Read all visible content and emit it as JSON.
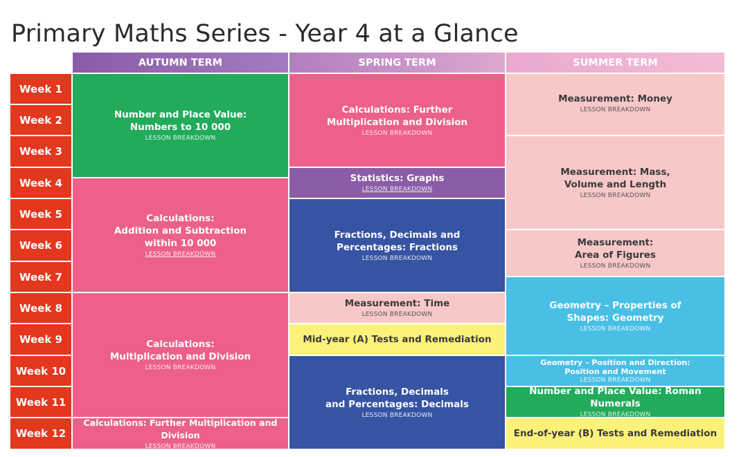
{
  "title": "Primary Maths Series - Year 4 at a Glance",
  "colors": {
    "week": "#e3371e",
    "green": "#22ab5b",
    "pink": "#ec608a",
    "purple": "#8a5ca7",
    "blue": "#3654a3",
    "light_pink": "#f8c8c8",
    "yellow": "#fcf17a",
    "cyan": "#49bfe6"
  },
  "terms": [
    "AUTUMN TERM",
    "SPRING TERM",
    "SUMMER TERM"
  ],
  "weeks": [
    "Week 1",
    "Week 2",
    "Week 3",
    "Week 4",
    "Week 5",
    "Week 6",
    "Week 7",
    "Week 8",
    "Week 9",
    "Week 10",
    "Week 11",
    "Week 12"
  ],
  "lesson_breakdown": "LESSON BREAKDOWN",
  "autumn": [
    {
      "title": "Number and Place Value:\nNumbers to 10 000",
      "weeks": "1-3"
    },
    {
      "title": "Calculations:\nAddition and Subtraction\nwithin 10 000",
      "weeks": "4-7"
    },
    {
      "title": "Calculations:\nMultiplication and Division",
      "weeks": "8-11"
    },
    {
      "title": "Calculations: Further Multiplication and Division",
      "weeks": "12"
    }
  ],
  "spring": [
    {
      "title": "Calculations: Further\nMultiplication and Division",
      "weeks": "1-3"
    },
    {
      "title": "Statistics: Graphs",
      "weeks": "4"
    },
    {
      "title": "Fractions, Decimals and\nPercentages: Fractions",
      "weeks": "5-7"
    },
    {
      "title": "Measurement: Time",
      "weeks": "8"
    },
    {
      "title": "Mid-year (A) Tests and Remediation",
      "weeks": "9"
    },
    {
      "title": "Fractions, Decimals\nand Percentages: Decimals",
      "weeks": "10-12"
    }
  ],
  "summer": [
    {
      "title": "Measurement: Money",
      "weeks": "1-2"
    },
    {
      "title": "Measurement: Mass,\nVolume and Length",
      "weeks": "3-5"
    },
    {
      "title": "Measurement:\nArea of Figures",
      "weeks": "6-7"
    },
    {
      "title": "Geometry – Properties of\nShapes: Geometry",
      "weeks": "7-9"
    },
    {
      "title": "Geometry – Position and Direction:\nPosition and Movement",
      "weeks": "10"
    },
    {
      "title": "Number and Place Value: Roman Numerals",
      "weeks": "11"
    },
    {
      "title": "End-of-year (B) Tests and Remediation",
      "weeks": "12"
    }
  ]
}
